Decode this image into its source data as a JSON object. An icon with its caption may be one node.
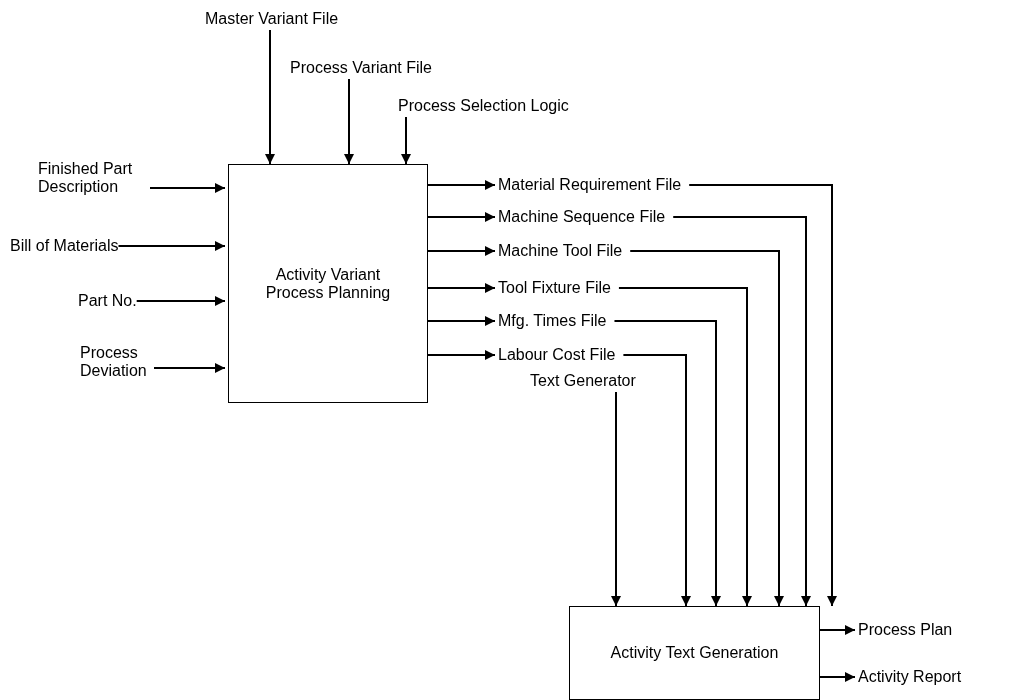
{
  "diagram": {
    "nodes": [
      {
        "text": [
          "Activity Variant Process Planning"
        ]
      },
      {
        "text": [
          "Activity Text Generation"
        ]
      },
      {
        "text": [
          "Master Variant File"
        ]
      },
      {
        "text": [
          "Process Variant File"
        ]
      },
      {
        "text": [
          "Process Selection Logic"
        ]
      },
      {
        "text": [
          "Finished Part Description"
        ]
      },
      {
        "text": [
          "Bill of Materials"
        ]
      },
      {
        "text": [
          "Part No."
        ]
      },
      {
        "text": [
          "Process Deviation"
        ]
      },
      {
        "text": [
          "Material Requirement File"
        ]
      },
      {
        "text": [
          "Machine Sequence File"
        ]
      },
      {
        "text": [
          "Machine Tool File"
        ]
      },
      {
        "text": [
          "Tool Fixture File"
        ]
      },
      {
        "text": [
          "Mfg. Times File"
        ]
      },
      {
        "text": [
          "Labour Cost File"
        ]
      },
      {
        "text": [
          "Text Generator"
        ]
      },
      {
        "text": [
          "Process Plan"
        ]
      },
      {
        "text": [
          "Activity Report"
        ]
      }
    ],
    "edges": [
      {
        "from": 2,
        "to": 0,
        "arrow": "to"
      },
      {
        "from": 3,
        "to": 0,
        "arrow": "to"
      },
      {
        "from": 4,
        "to": 0,
        "arrow": "to"
      },
      {
        "from": 5,
        "to": 0,
        "arrow": "to"
      },
      {
        "from": 6,
        "to": 0,
        "arrow": "to"
      },
      {
        "from": 7,
        "to": 0,
        "arrow": "to"
      },
      {
        "from": 8,
        "to": 0,
        "arrow": "to"
      },
      {
        "from": 0,
        "to": 9,
        "arrow": "to"
      },
      {
        "from": 0,
        "to": 10,
        "arrow": "to"
      },
      {
        "from": 0,
        "to": 11,
        "arrow": "to"
      },
      {
        "from": 0,
        "to": 12,
        "arrow": "to"
      },
      {
        "from": 0,
        "to": 13,
        "arrow": "to"
      },
      {
        "from": 0,
        "to": 14,
        "arrow": "to"
      },
      {
        "from": 9,
        "to": 1,
        "arrow": "to"
      },
      {
        "from": 10,
        "to": 1,
        "arrow": "to"
      },
      {
        "from": 11,
        "to": 1,
        "arrow": "to"
      },
      {
        "from": 12,
        "to": 1,
        "arrow": "to"
      },
      {
        "from": 13,
        "to": 1,
        "arrow": "to"
      },
      {
        "from": 14,
        "to": 1,
        "arrow": "to"
      },
      {
        "from": 15,
        "to": 1,
        "arrow": "to"
      },
      {
        "from": 1,
        "to": 16,
        "arrow": "to"
      },
      {
        "from": 1,
        "to": 17,
        "arrow": "to"
      }
    ]
  }
}
